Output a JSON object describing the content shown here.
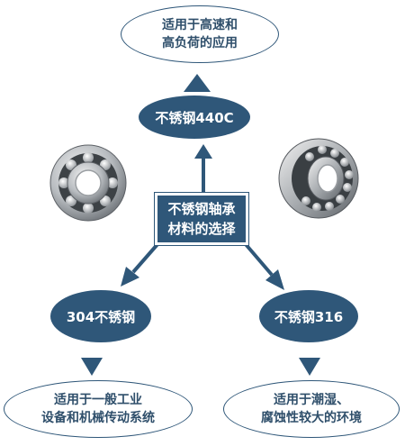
{
  "center": {
    "line1": "不锈钢轴承",
    "line2": "材料的选择"
  },
  "materials": {
    "top": "不锈钢440C",
    "left": "304不锈钢",
    "right": "不锈钢316"
  },
  "applications": {
    "top": {
      "line1": "适用于高速和",
      "line2": "高负荷的应用"
    },
    "left": {
      "line1": "适用于一般工业",
      "line2": "设备和机械传动系统"
    },
    "right": {
      "line1": "适用于潮湿、",
      "line2": "腐蚀性较大的环境"
    }
  },
  "colors": {
    "primary": "#2f5779",
    "text": "#2f4f6b",
    "background": "#ffffff"
  }
}
